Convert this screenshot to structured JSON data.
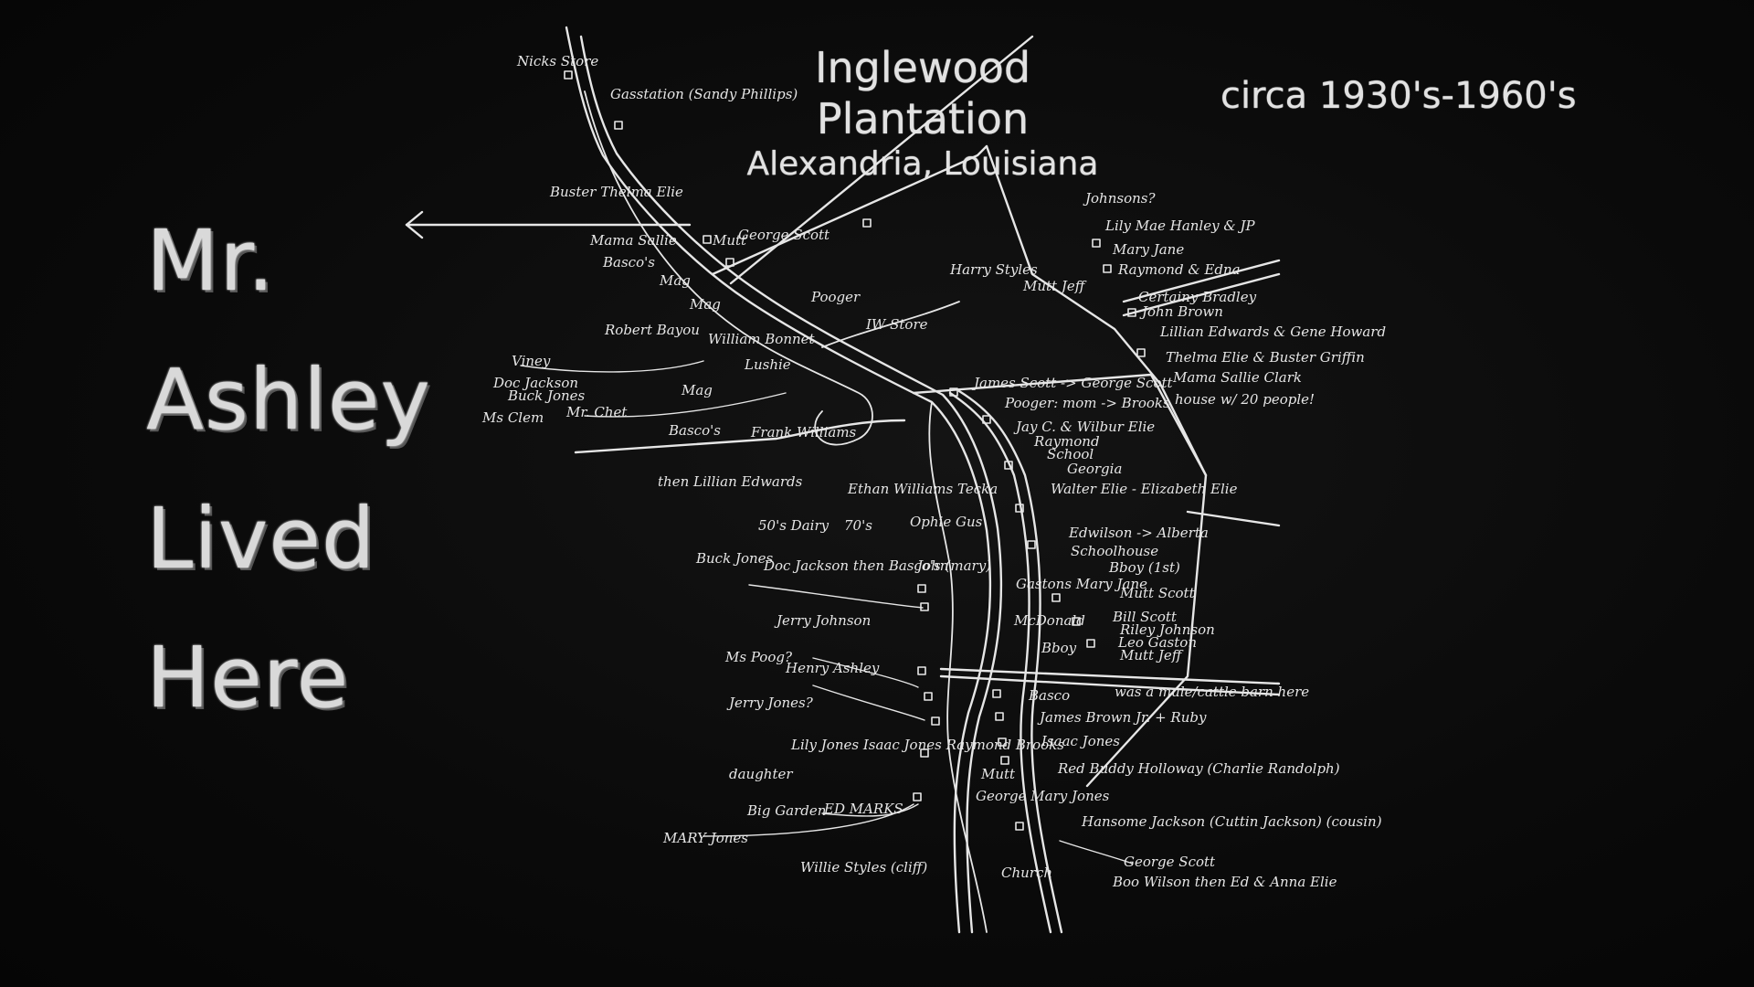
{
  "side_title": [
    "Mr.",
    "Ashley",
    "Lived",
    "Here"
  ],
  "title": "Inglewood Plantation",
  "subtitle": "Alexandria, Louisiana",
  "era": "circa 1930's-1960's",
  "map_labels": [
    "Nicks Store",
    "Gasstation (Sandy Phillips)",
    "Buster Thelma Elie",
    "Mama Sallie",
    "Basco's",
    "Mutt",
    "George Scott",
    "Mag",
    "Mag",
    "Pooger",
    "Robert Bayou",
    "William Bonnet",
    "Lushie",
    "Viney",
    "Doc Jackson",
    "Buck Jones",
    "Ms Clem",
    "Mr. Chet",
    "Mag",
    "Basco's",
    "Frank Williams",
    "then Lillian Edwards",
    "IW Store",
    "Harry Styles",
    "Mutt Jeff",
    "Johnsons?",
    "Lily Mae Hanley & JP",
    "Mary Jane",
    "Raymond & Edna",
    "Certainy Bradley",
    "John Brown",
    "Lillian Edwards & Gene Howard",
    "Thelma Elie & Buster Griffin",
    "Mama Sallie Clark",
    "house w/ 20 people!",
    "James Scott -> George Scott",
    "Pooger: mom -> Brooks",
    "Jay C. & Wilbur Elie",
    "Raymond",
    "School",
    "Georgia",
    "Walter Elie - Elizabeth Elie",
    "Ethan Williams Tecka",
    "50's Dairy",
    "70's",
    "Ophie Gus",
    "Edwilson -> Alberta",
    "Schoolhouse",
    "Buck Jones",
    "Doc Jackson then Basco's (mary)",
    "John",
    "Gastons Mary Jane",
    "Bboy (1st)",
    "Mutt Scott",
    "Bill Scott",
    "Riley Johnson",
    "Leo Gaston",
    "Mutt Jeff",
    "McDonald",
    "Bboy",
    "Jerry Johnson",
    "Ms Poog?",
    "Henry Ashley",
    "Jerry Jones?",
    "was a mule/cattle barn here",
    "Basco",
    "James Brown Jr. + Ruby",
    "Isaac Jones",
    "Lily Jones Isaac Jones Raymond Brooks",
    "Red Buddy Holloway (Charlie Randolph)",
    "daughter",
    "Big Garden",
    "ED MARKS",
    "Mutt",
    "George Mary Jones",
    "MARY Jones",
    "Hansome Jackson (Cuttin Jackson) (cousin)",
    "Willie Styles (cliff)",
    "George Scott",
    "Boo Wilson then Ed & Anna Elie",
    "Church"
  ],
  "colors": {
    "board": "#0b0b0b",
    "chalk": "#e6e6e6"
  }
}
